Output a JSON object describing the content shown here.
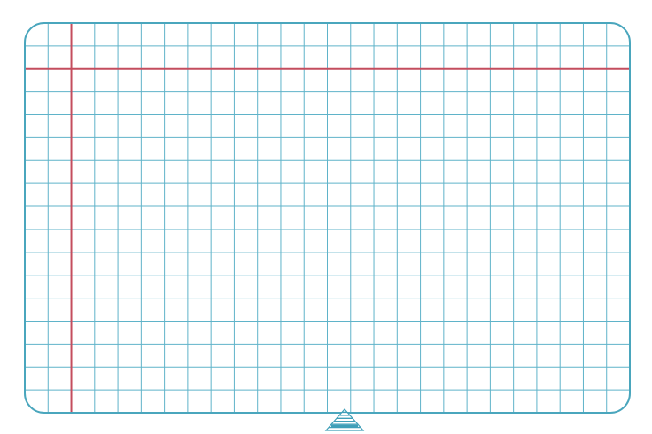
{
  "sheet": {
    "grid_columns": 26,
    "grid_rows": 17,
    "margin_line_after_column": 2,
    "header_line_after_row": 2,
    "colors": {
      "background": "#ffffff",
      "grid_line": "#5fb3c9",
      "border": "#4aa6bd",
      "margin_line": "#c44d5e",
      "logo": "#3f9fb8"
    },
    "logo_icon": "triangle-logo-icon"
  }
}
